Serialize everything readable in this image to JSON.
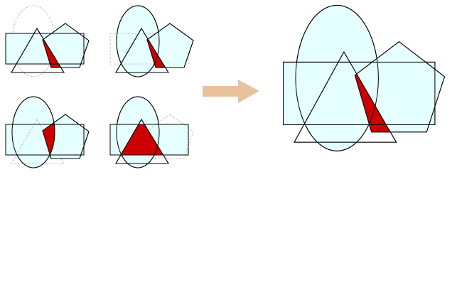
{
  "colors": {
    "background": "#ffffff",
    "shape_fill": "#e6ffff",
    "stroke": "#000000",
    "dashed_stroke": "#9a9a9a",
    "highlight_fill": "#cc0000",
    "arrow_fill": "#e8c29c"
  },
  "panels": [
    {
      "name": "panel-ellipse-hidden",
      "hidden_shape": "ellipse"
    },
    {
      "name": "panel-rectangle-hidden",
      "hidden_shape": "rectangle"
    },
    {
      "name": "panel-triangle-hidden",
      "hidden_shape": "triangle"
    },
    {
      "name": "panel-pentagon-hidden",
      "hidden_shape": "pentagon"
    }
  ],
  "result": {
    "name": "combined-result",
    "hidden_shape": "none"
  }
}
